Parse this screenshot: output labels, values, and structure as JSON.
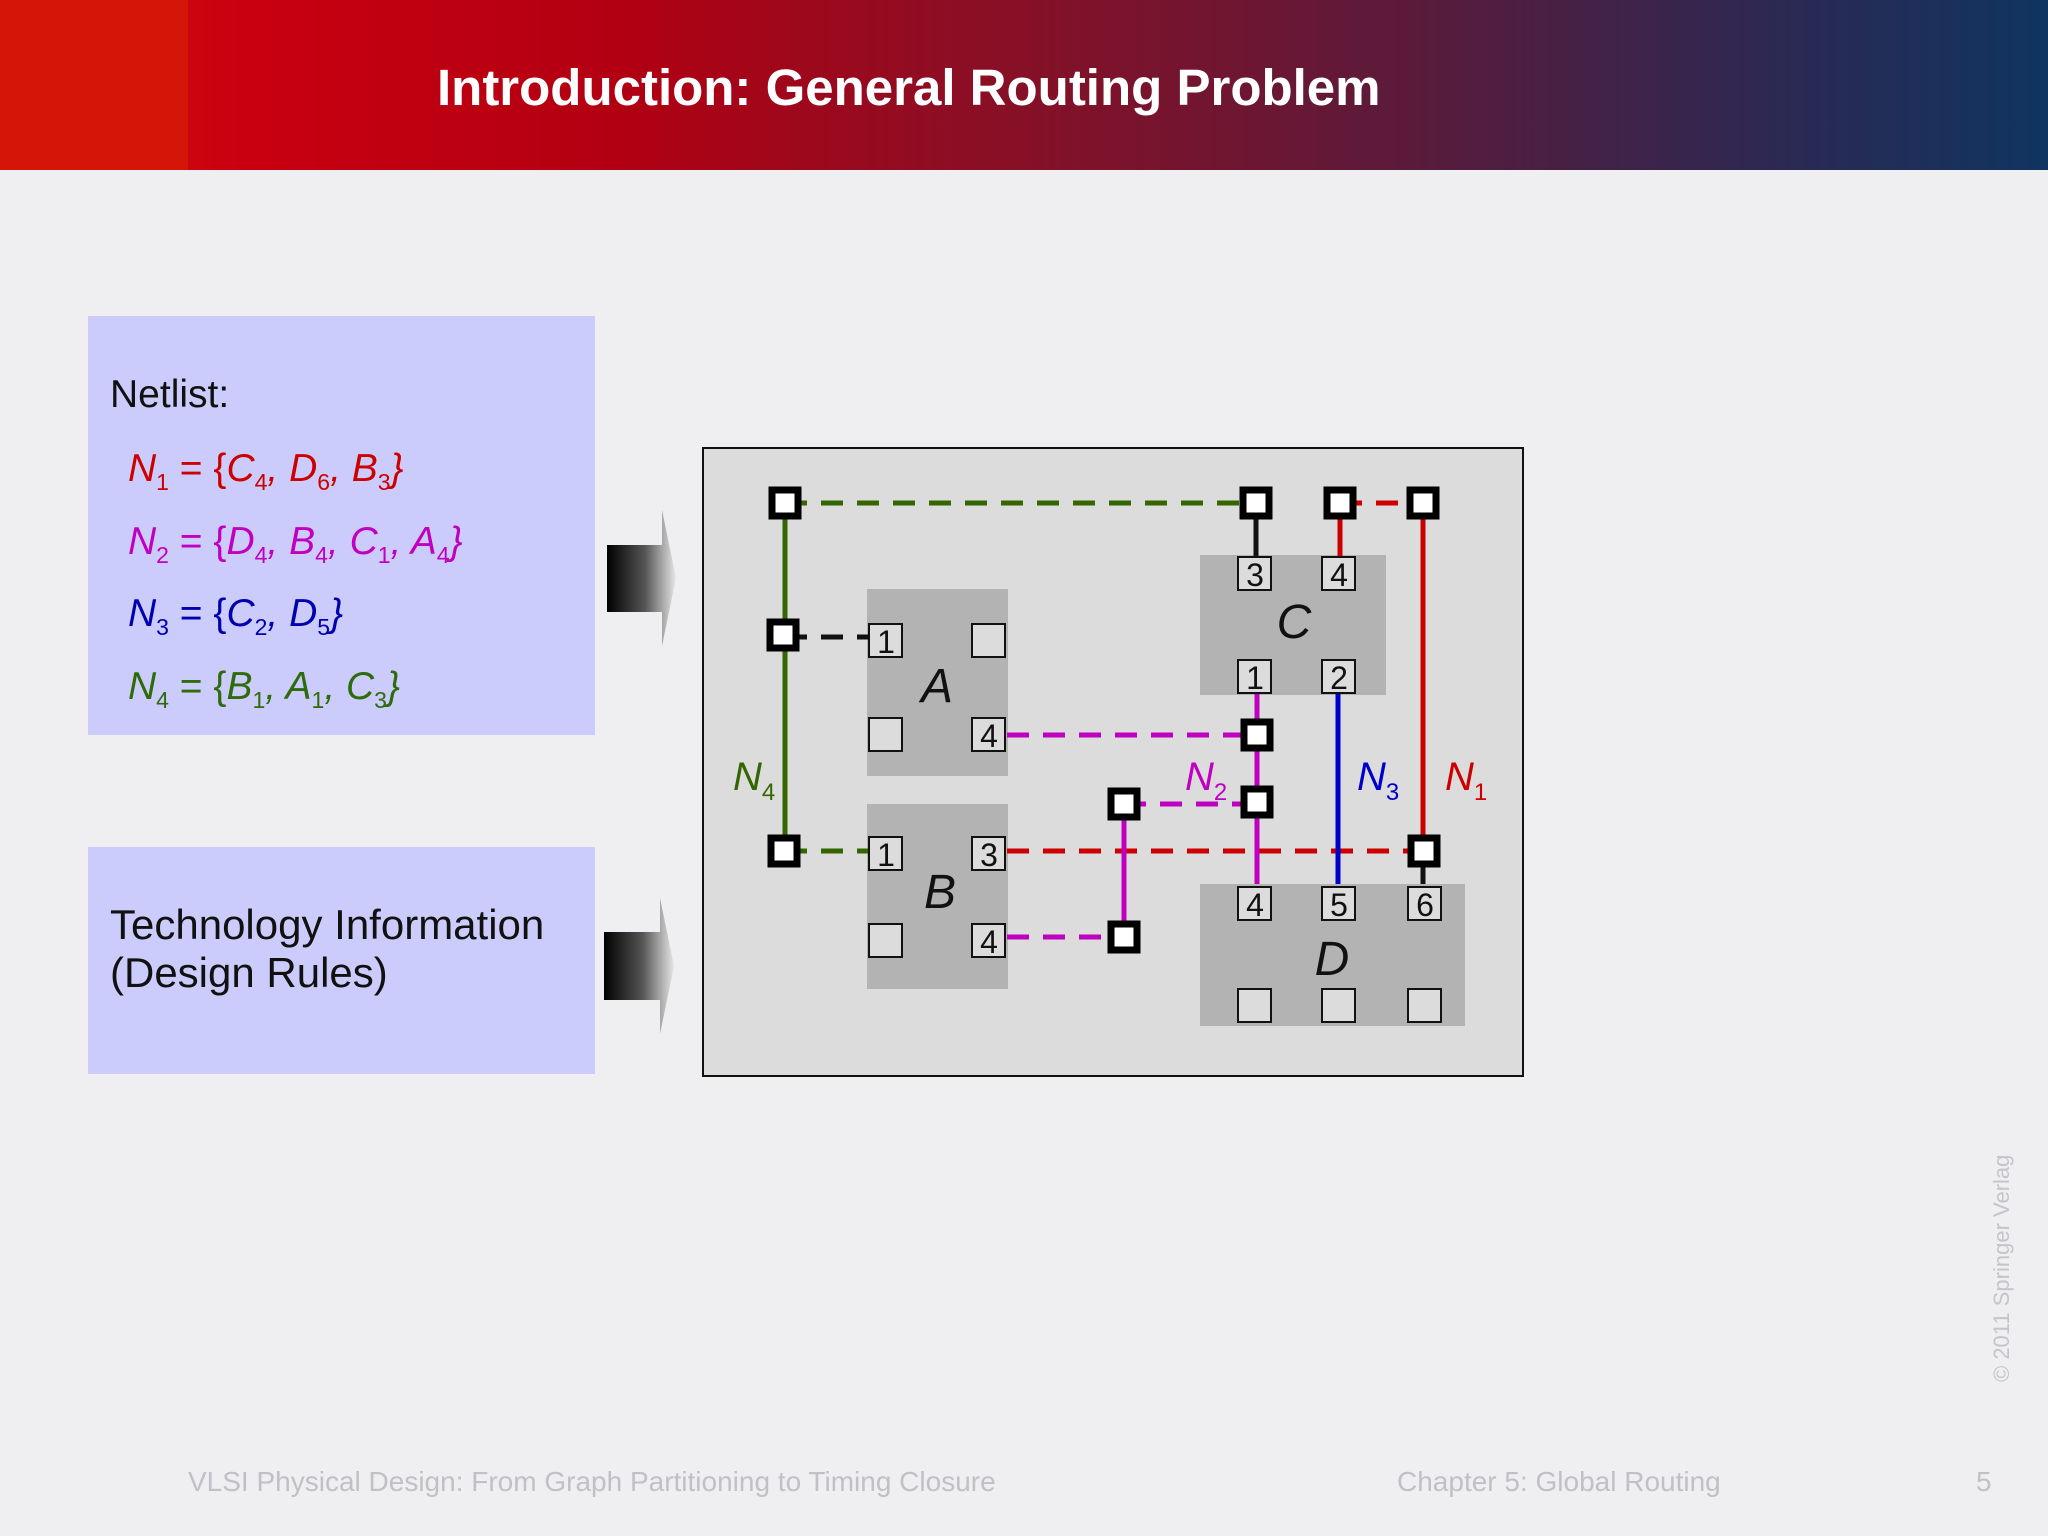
{
  "slide": {
    "title": "Introduction: General Routing Problem",
    "netlist_heading": "Netlist:",
    "nets": [
      {
        "name": "N",
        "sub": "1",
        "eq": " = {",
        "pins": [
          [
            "C",
            "4"
          ],
          [
            "D",
            "6"
          ],
          [
            "B",
            "3"
          ]
        ],
        "color": "#cc0000"
      },
      {
        "name": "N",
        "sub": "2",
        "eq": " = {",
        "pins": [
          [
            "D",
            "4"
          ],
          [
            "B",
            "4"
          ],
          [
            "C",
            "1"
          ],
          [
            "A",
            "4"
          ]
        ],
        "color": "#c000c0"
      },
      {
        "name": "N",
        "sub": "3",
        "eq": " = {",
        "pins": [
          [
            "C",
            "2"
          ],
          [
            "D",
            "5"
          ]
        ],
        "color": "#0000b0"
      },
      {
        "name": "N",
        "sub": "4",
        "eq": " = {",
        "pins": [
          [
            "B",
            "1"
          ],
          [
            "A",
            "1"
          ],
          [
            "C",
            "3"
          ]
        ],
        "color": "#2e6b0a"
      }
    ],
    "tech_info": "Technology Information\n(Design Rules)"
  },
  "diagram": {
    "blocks": {
      "A": "A",
      "B": "B",
      "C": "C",
      "D": "D"
    },
    "pins": {
      "a1": "1",
      "a4": "4",
      "b1": "1",
      "b3": "3",
      "b4": "4",
      "c1": "1",
      "c2": "2",
      "c3": "3",
      "c4": "4",
      "d4": "4",
      "d5": "5",
      "d6": "6"
    },
    "net_labels": {
      "n4": {
        "name": "N",
        "sub": "4"
      },
      "n2": {
        "name": "N",
        "sub": "2"
      },
      "n3": {
        "name": "N",
        "sub": "3"
      },
      "n1": {
        "name": "N",
        "sub": "1"
      }
    },
    "colors": {
      "n1": "#cc0000",
      "n2": "#c000c0",
      "n3": "#0000cc",
      "n4": "#336600"
    }
  },
  "footer": {
    "book": "VLSI Physical Design: From Graph Partitioning to Timing Closure",
    "chapter": "Chapter 5: Global Routing",
    "page": "5",
    "copyright": "© 2011 Springer Verlag"
  }
}
